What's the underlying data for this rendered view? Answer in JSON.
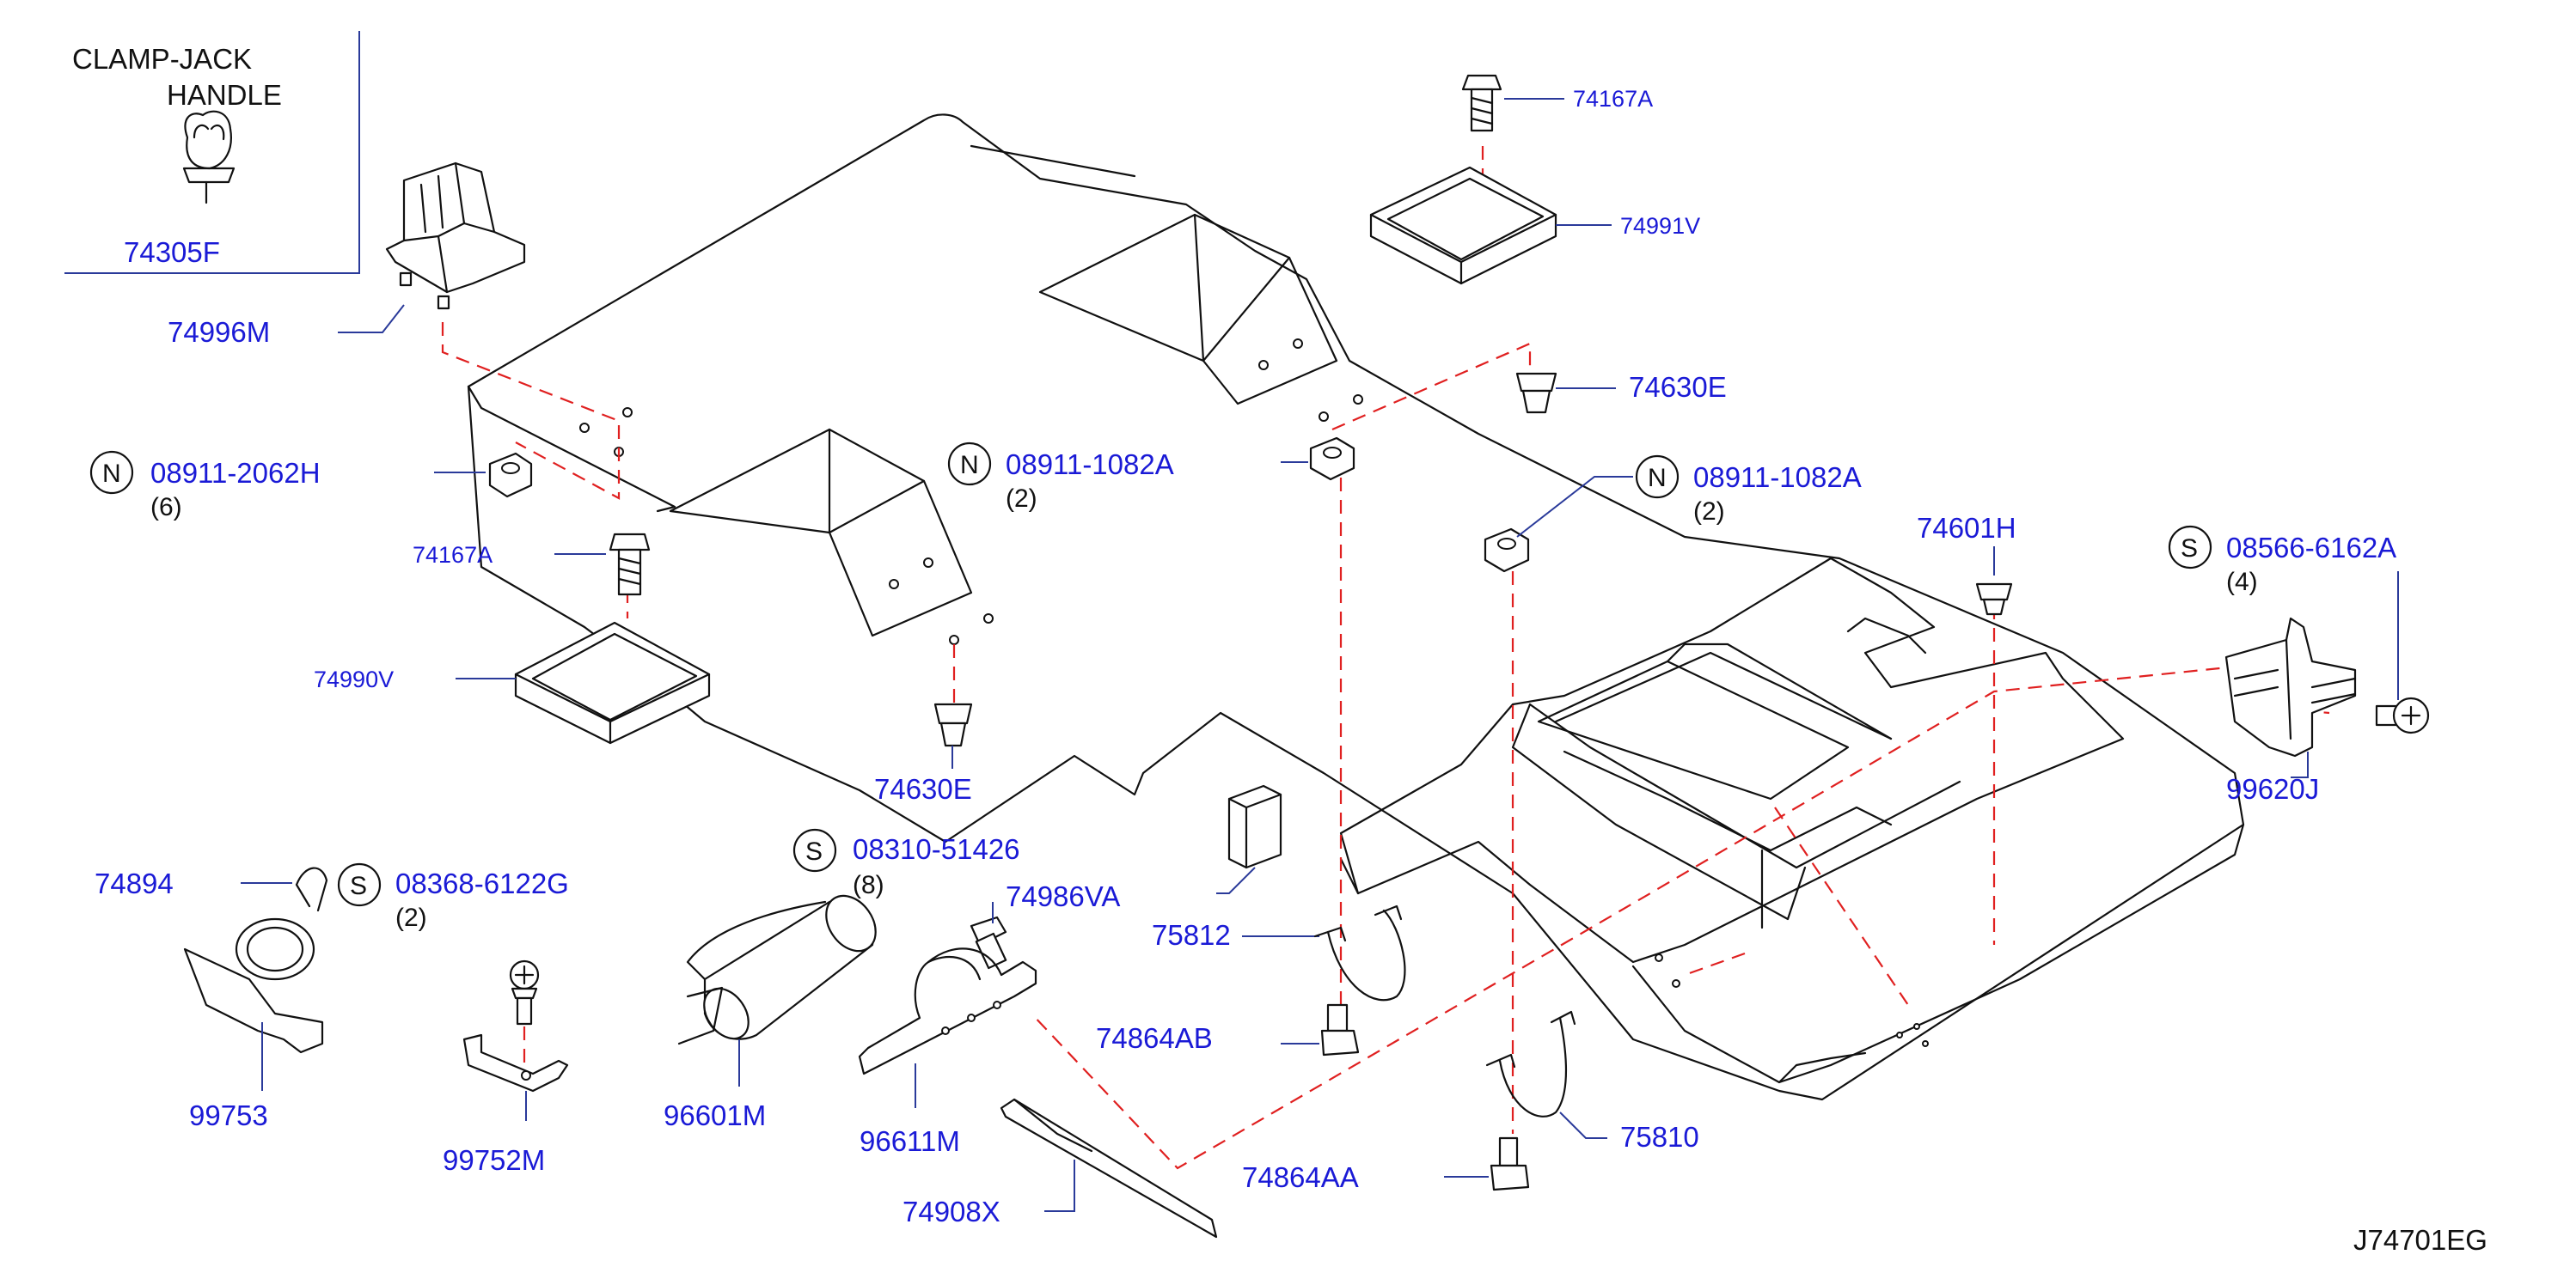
{
  "drawing_id": "J74701EG",
  "inset": {
    "title_line1": "CLAMP-JACK",
    "title_line2": "HANDLE",
    "part": "74305F"
  },
  "parts": {
    "p74996M": "74996M",
    "p74167A_top": "74167A",
    "p74991V": "74991V",
    "p74630E_right": "74630E",
    "p74167A_left": "74167A",
    "p74990V": "74990V",
    "p74630E_center": "74630E",
    "p74601H": "74601H",
    "p99620J": "99620J",
    "p74894": "74894",
    "p99753": "99753",
    "p99752M": "99752M",
    "p96601M": "96601M",
    "p74986VA": "74986VA",
    "p96611M": "96611M",
    "p74908X": "74908X",
    "p75812": "75812",
    "p74864AB": "74864AB",
    "p74864AA": "74864AA",
    "p75810": "75810"
  },
  "fasteners": [
    {
      "prefix": "N",
      "part": "08911-2062H",
      "qty": "(6)"
    },
    {
      "prefix": "N",
      "part": "08911-1082A",
      "qty": "(2)"
    },
    {
      "prefix": "N",
      "part": "08911-1082A",
      "qty": "(2)"
    },
    {
      "prefix": "S",
      "part": "08566-6162A",
      "qty": "(4)"
    },
    {
      "prefix": "S",
      "part": "08368-6122G",
      "qty": "(2)"
    },
    {
      "prefix": "S",
      "part": "08310-51426",
      "qty": "(8)"
    }
  ]
}
